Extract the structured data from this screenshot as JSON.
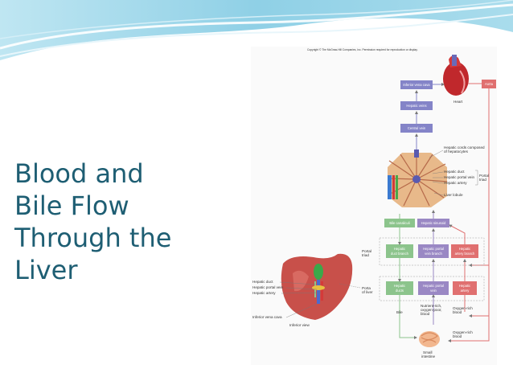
{
  "slide": {
    "title_lines": [
      "Blood and",
      "Bile Flow",
      "Through the",
      "Liver"
    ]
  },
  "figure": {
    "copyright": "Copyright © The McGraw-Hill Companies, Inc. Permission required for reproduction or display.",
    "boxes": {
      "inferior_vena_cava": "Inferior vena cava",
      "aorta": "Aorta",
      "hepatic_veins": "Hepatic veins",
      "central_vein": "Central vein",
      "bile_canaliculi": "Bile canaliculi",
      "hepatic_sinusoid": "Hepatic sinusoid",
      "hepatic_duct_branch": [
        "Hepatic",
        "duct branch"
      ],
      "hepatic_portal_vein_branch": [
        "Hepatic portal",
        "vein branch"
      ],
      "hepatic_artery_branch": [
        "Hepatic",
        "artery branch"
      ],
      "hepatic_ducts": [
        "Hepatic",
        "ducts"
      ],
      "hepatic_portal_vein": [
        "Hepatic portal",
        "vein"
      ],
      "hepatic_artery": [
        "Hepatic",
        "artery"
      ]
    },
    "labels": {
      "heart": "Heart",
      "hepatic_cords": [
        "Hepatic cords composed",
        "of hepatocytes"
      ],
      "triad_duct": "Hepatic duct",
      "triad_portal_vein": "Hepatic portal vein",
      "triad_artery": "Hepatic artery",
      "portal_triad_side": [
        "Portal",
        "triad"
      ],
      "liver_lobule": "Liver lobule",
      "portal_triad_left": [
        "Portal",
        "triad"
      ],
      "porta_of_liver": [
        "Porta",
        "of liver"
      ],
      "lv_hepatic_duct": "Hepatic duct",
      "lv_hepatic_portal_vein": "Hepatic portal vein",
      "lv_hepatic_artery": "Hepatic artery",
      "lv_inferior_vena_cava": "Inferior vena cava",
      "inferior_view": "Inferior view",
      "bile": "Bile",
      "nutrient_rich": [
        "Nutrient-rich,",
        "oxygen-poor,",
        "blood"
      ],
      "oxygen_rich_1": [
        "Oxygen-rich",
        "blood"
      ],
      "oxygen_rich_2": [
        "Oxygen-rich",
        "blood"
      ],
      "small_intestine": [
        "Small",
        "intestine"
      ]
    }
  },
  "colors": {
    "title": "#1e5e73",
    "vein_box": "#8484c8",
    "bile_box": "#8cc48c",
    "artery_box": "#e07070",
    "portal_box": "#9a88c4"
  }
}
